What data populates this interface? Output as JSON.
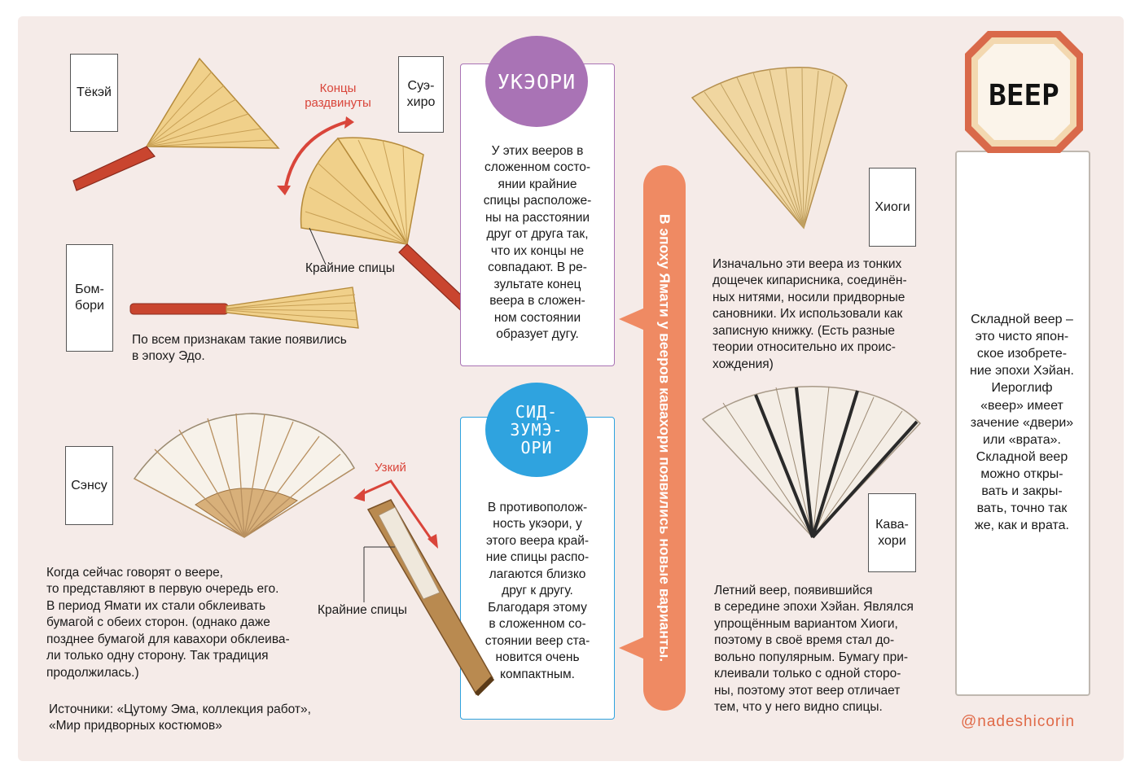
{
  "labels": {
    "tekei": "Тёкэй",
    "suehiro": "Суэ-\nхиро",
    "bombori": "Бом-\nбори",
    "sensu": "Сэнсу",
    "hiogi": "Хиоги",
    "kawahori": "Кава-\nхори"
  },
  "annotations": {
    "ends_apart": "Концы\nраздвинуты",
    "outer_ribs_top": "Крайние спицы",
    "narrow": "Узкий",
    "outer_ribs_bottom": "Крайние спицы"
  },
  "texts": {
    "bombori_desc": "По всем признакам такие появились\nв эпоху Эдо.",
    "sensu_desc": "Когда сейчас говорят о веере,\nто представляют в первую очередь его.\nВ период Ямати их стали обклеивать\nбумагой с обеих сторон. (однако даже\nпозднее бумагой для кавахори обклеива-\nли только одну сторону. Так традиция\nпродолжилась.)",
    "sources": "Источники: «Цутому Эма, коллекция работ»,\n«Мир придворных костюмов»",
    "hiogi_desc": "Изначально эти веера из тонких\nдощечек кипарисника, соединён-\nных нитями, носили придворные\nсановники. Их использовали как\nзаписную книжку. (Есть разные\nтеории относительно их проис-\nхождения)",
    "kawahori_desc": "Летний веер, появившийся\nв середине эпохи Хэйан. Являлся\nупрощённым вариантом Хиоги,\nпоэтому в своё время стал до-\nвольно популярным. Бумагу при-\nклеивали только с одной сторо-\nны, поэтому этот веер отличает\nтем, что у него видно спицы."
  },
  "ukezori": {
    "title": "УКЭОРИ",
    "text": "У этих вееров в\nсложенном состо-\nянии крайние\nспицы расположе-\nны на расстоянии\nдруг от друга так,\nчто их концы не\nсовпадают. В ре-\nзультате конец\nвеера в сложен-\nном состоянии\nобразует дугу."
  },
  "shizume": {
    "title": "СИД-\nЗУМЭ-\nОРИ",
    "text": "В противополож-\nность укэори, у\nэтого веера край-\nние спицы распо-\nлагаются близко\nдруг к другу.\nБлагодаря этому\nв сложенном со-\nстоянии веер ста-\nновится очень\nкомпактным."
  },
  "banner": "В эпоху Ямати у вееров кавахори появились новые варианты.",
  "sidebar": {
    "title": "ВЕЕР",
    "text": "Складной веер –\nэто чисто япон-\nское изобрете-\nние эпохи Хэйан.\nИероглиф\n«веер» имеет\nзачение «двери»\nили «врата».\nСкладной веер\nможно откры-\nвать и закры-\nвать, точно так\nже, как и врата."
  },
  "credit": "@nadeshicorin",
  "colors": {
    "panel": "#f5ebe8",
    "purple": "#a973b5",
    "blue": "#2fa3df",
    "orange": "#ef8a63",
    "red": "#d9453a"
  },
  "icons": {
    "tekei": "folded-fan-red-handle-icon",
    "suehiro": "half-open-fan-icon",
    "bombori": "closed-fan-icon",
    "sensu": "open-paper-fan-icon",
    "hiogi": "wooden-slat-fan-icon",
    "kawahori": "bat-fan-icon",
    "shizume": "compact-closed-fan-icon"
  }
}
